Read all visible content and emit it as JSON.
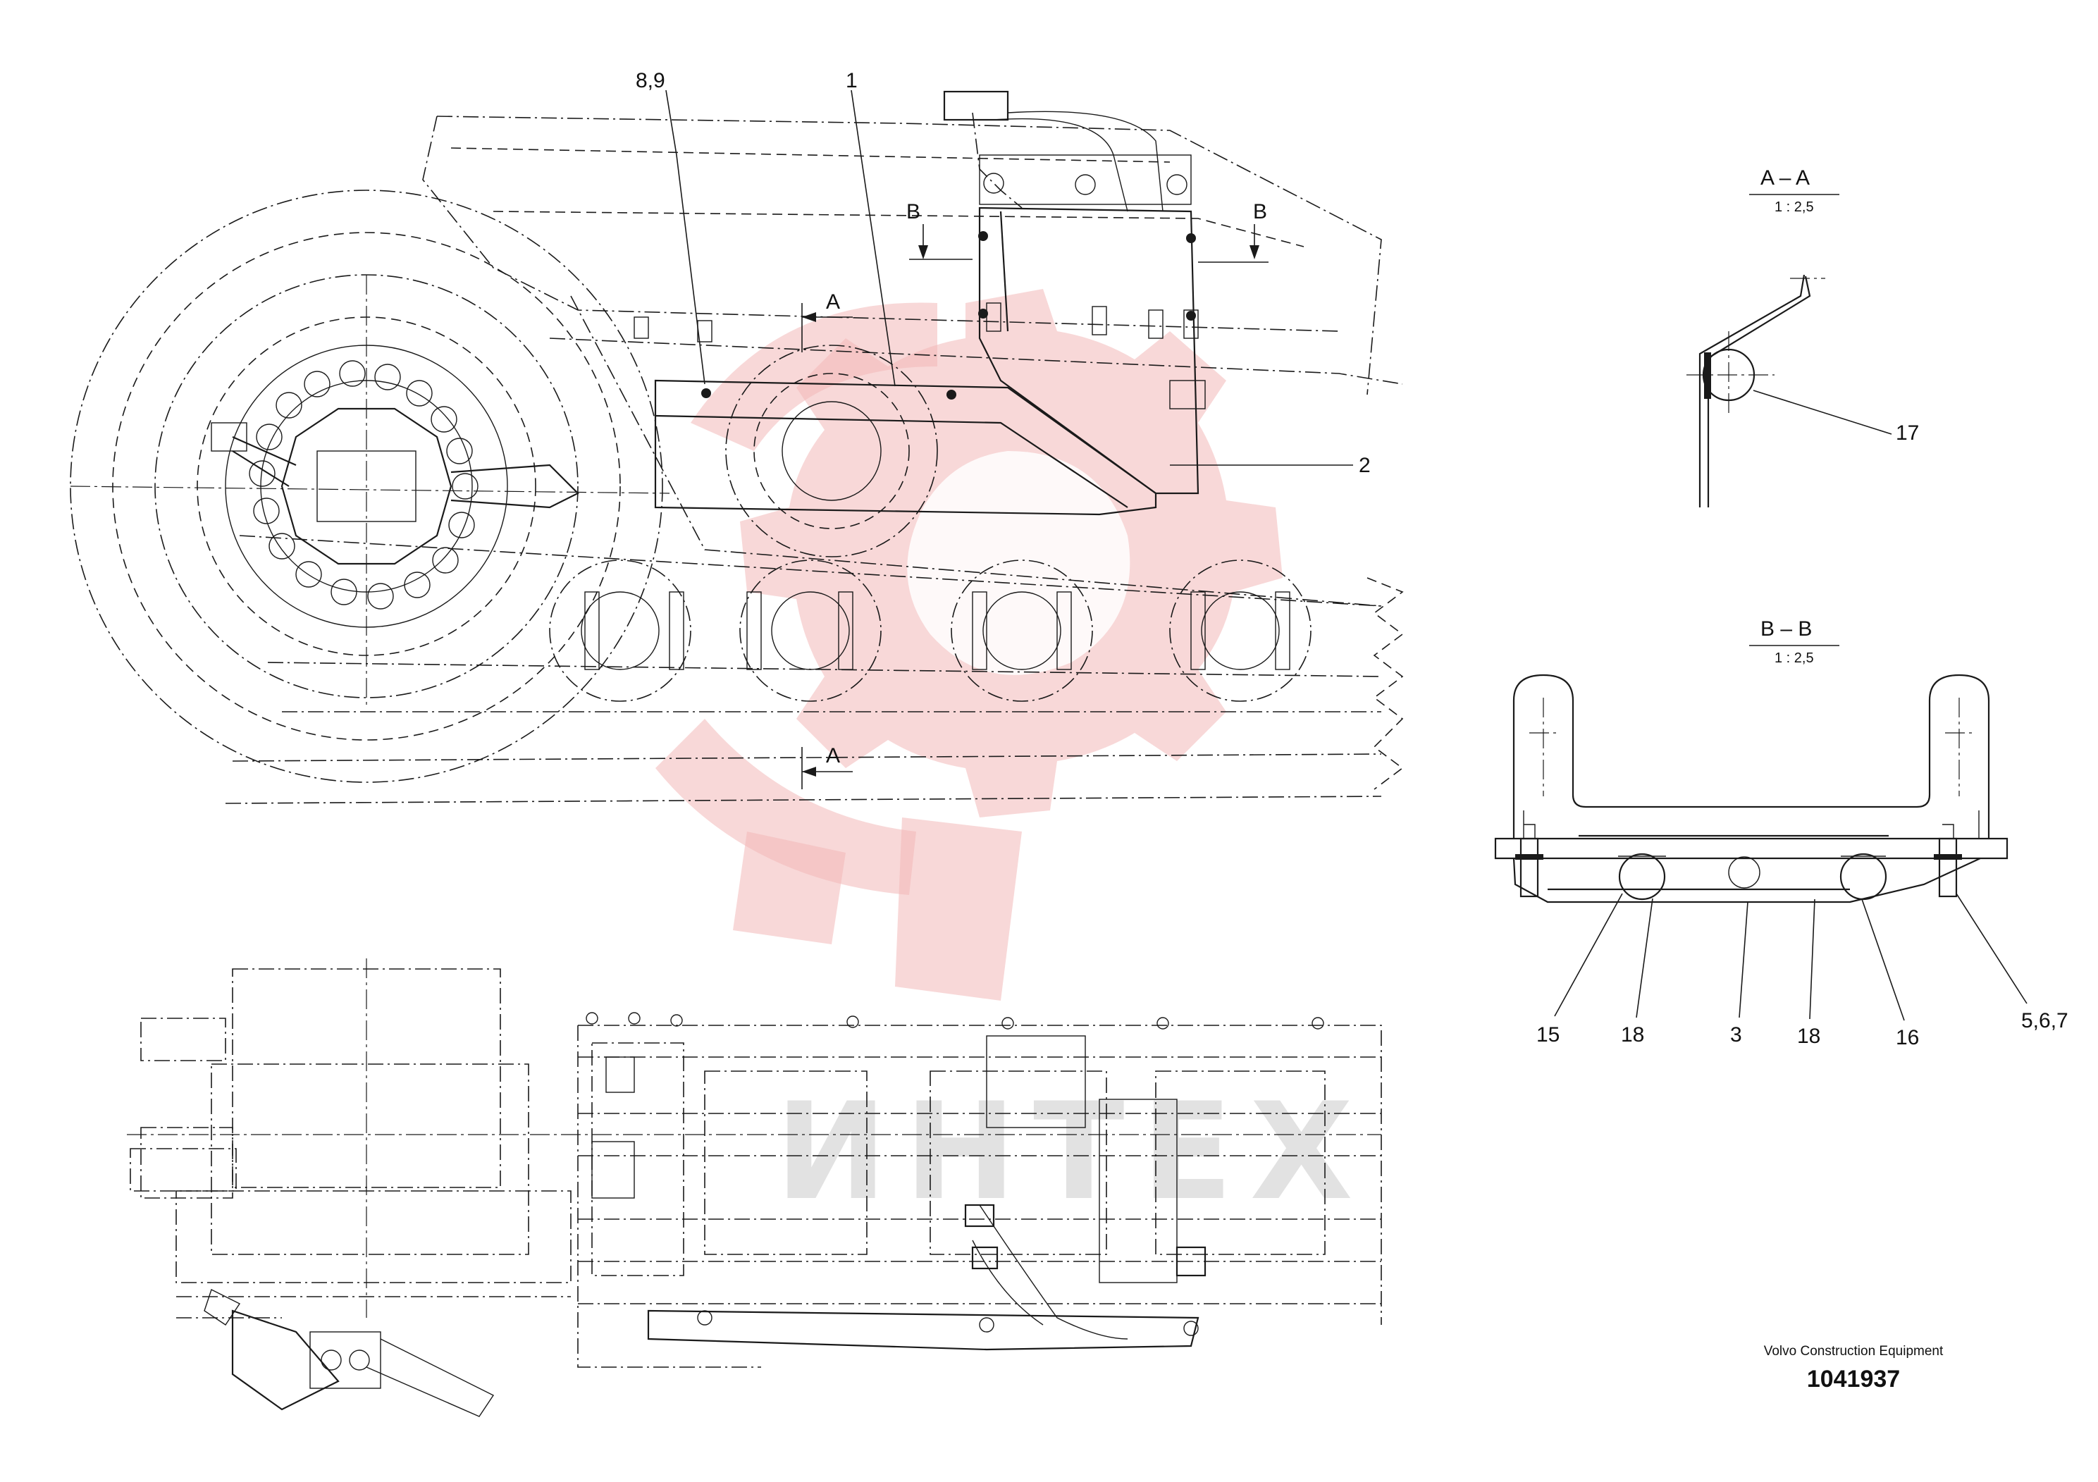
{
  "views": {
    "section_aa": {
      "title": "A – A",
      "scale": "1 : 2,5"
    },
    "section_bb": {
      "title": "B – B",
      "scale": "1 : 2,5"
    }
  },
  "section_markers": {
    "a": "A",
    "b": "B"
  },
  "callouts": {
    "main": {
      "c89": "8,9",
      "c1": "1",
      "c2": "2"
    },
    "section_aa": {
      "c17": "17"
    },
    "section_bb": {
      "c15": "15",
      "c18a": "18",
      "c3": "3",
      "c18b": "18",
      "c16": "16",
      "c567": "5,6,7"
    }
  },
  "watermark": {
    "text": "ИНТЕХ",
    "color": "#f2b8b8"
  },
  "title_block": {
    "company": "Volvo Construction Equipment",
    "document_number": "1041937"
  }
}
